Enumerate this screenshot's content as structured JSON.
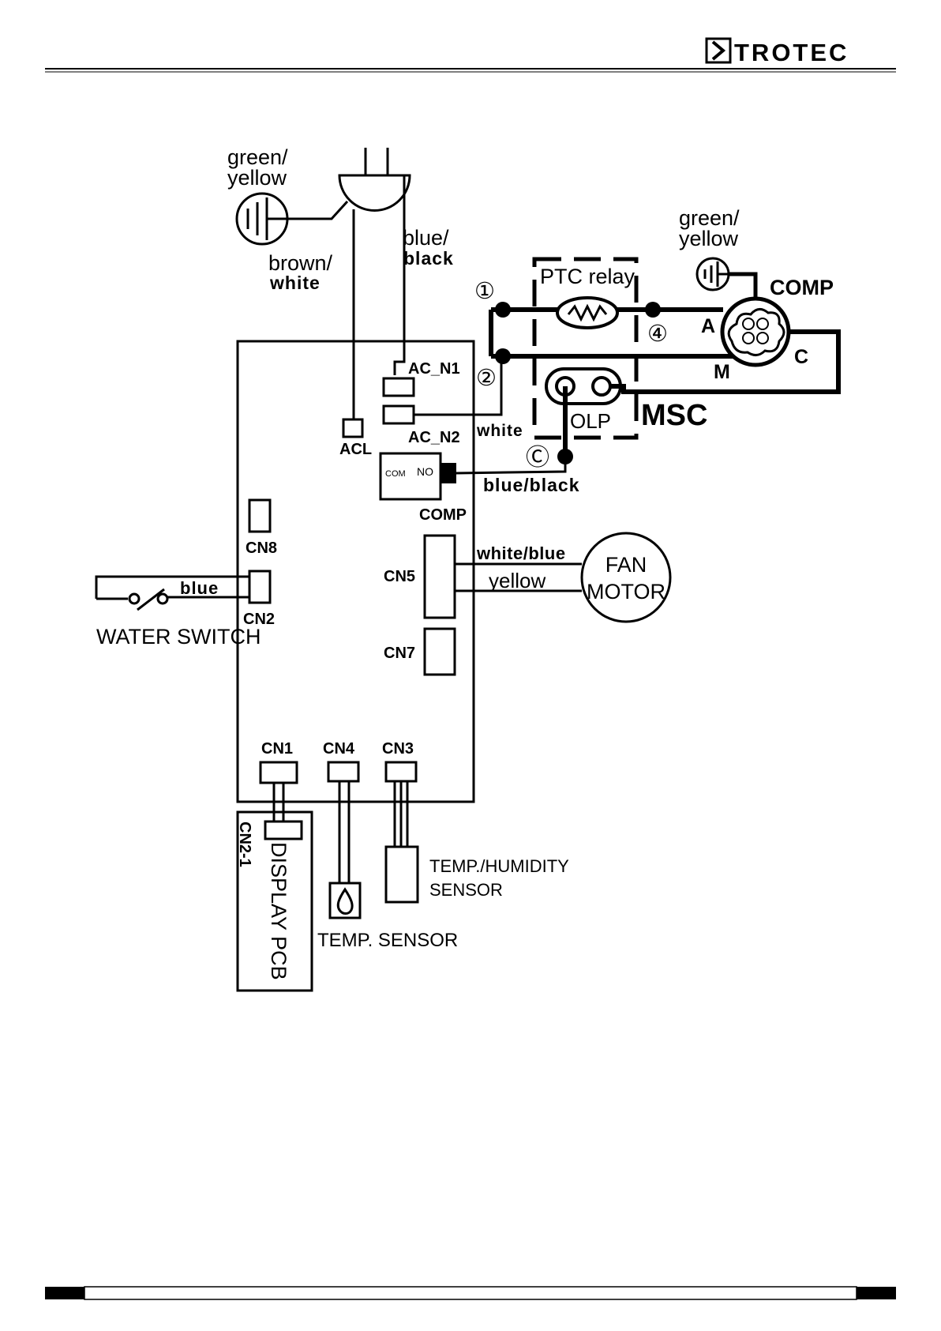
{
  "brand": {
    "name": "TROTEC"
  },
  "labels": {
    "ground_plug_line1": "green/",
    "ground_plug_line2": "yellow",
    "brown": "brown/",
    "white_under_brown": "white",
    "blue_top": "blue/",
    "black_top": "black",
    "ground_comp_line1": "green/",
    "ground_comp_line2": "yellow",
    "comp": "COMP",
    "ptc_relay": "PTC relay",
    "node1": "①",
    "node2": "②",
    "node4": "④",
    "nodeC": "Ⓒ",
    "terminal_a": "A",
    "terminal_c": "C",
    "terminal_m": "M",
    "ac_n1": "AC_N1",
    "ac_n2": "AC_N2",
    "acl": "ACL",
    "white_wire": "white",
    "olp": "OLP",
    "msc": "MSC",
    "relay_com": "COM",
    "relay_no": "NO",
    "relay_comp": "COMP",
    "blue_black": "blue/black",
    "cn8": "CN8",
    "cn2": "CN2",
    "cn5": "CN5",
    "cn7": "CN7",
    "blue_wire": "blue",
    "water_switch": "WATER SWITCH",
    "white_blue": "white/blue",
    "yellow_wire": "yellow",
    "fan": "FAN",
    "motor": "MOTOR",
    "cn1": "CN1",
    "cn4": "CN4",
    "cn3": "CN3",
    "cn2_1": "CN2-1",
    "display_pcb": "DISPLAY PCB",
    "temp_sensor": "TEMP. SENSOR",
    "temp_humidity": "TEMP./HUMIDITY",
    "sensor": "SENSOR"
  }
}
